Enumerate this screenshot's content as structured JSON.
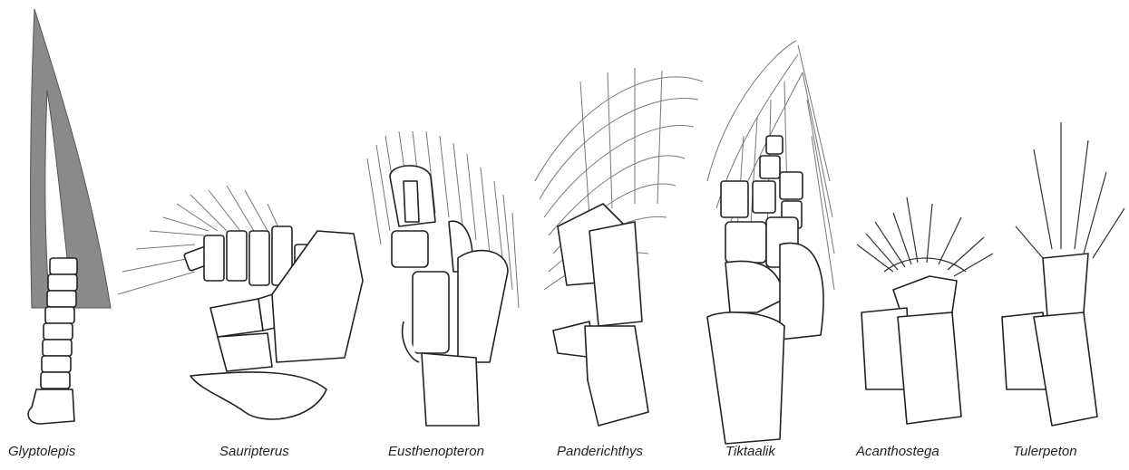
{
  "taxa": [
    {
      "name": "Glyptolepis"
    },
    {
      "name": "Sauripterus"
    },
    {
      "name": "Eusthenopteron"
    },
    {
      "name": "Panderichthys"
    },
    {
      "name": "Tiktaalik"
    },
    {
      "name": "Acanthostega"
    },
    {
      "name": "Tulerpeton"
    }
  ],
  "colors": {
    "line": "#222222",
    "ray": "#777777",
    "background": "#ffffff"
  }
}
